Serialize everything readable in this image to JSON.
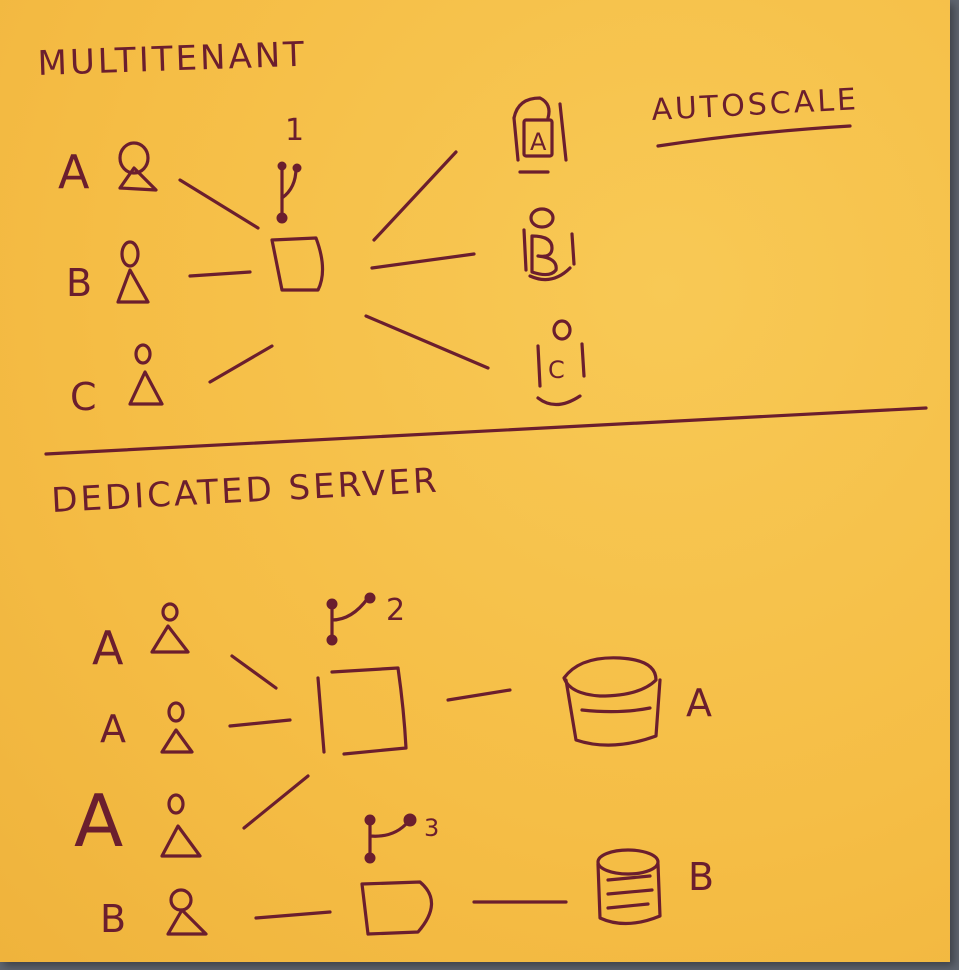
{
  "sections": {
    "multitenant": {
      "title": "MULTITENANT",
      "tenants": [
        "A",
        "B",
        "C"
      ],
      "repo_number": "1",
      "databases": [
        "A",
        "B",
        "C"
      ],
      "autoscale_label": "AUTOSCALE"
    },
    "dedicated": {
      "title": "DEDICATED SERVER",
      "tenant_group_1": [
        "A",
        "A",
        "A"
      ],
      "repo_number_1": "2",
      "database_1": "A",
      "tenant_group_2": [
        "B"
      ],
      "repo_number_2": "3",
      "database_2": "B"
    }
  },
  "colors": {
    "paper": "#f6c14c",
    "ink": "#6b1e2e",
    "background": "#5f6570"
  },
  "icons": {
    "user": "user-icon",
    "server": "server-icon",
    "database": "database-icon",
    "repository": "git-branch-icon"
  }
}
